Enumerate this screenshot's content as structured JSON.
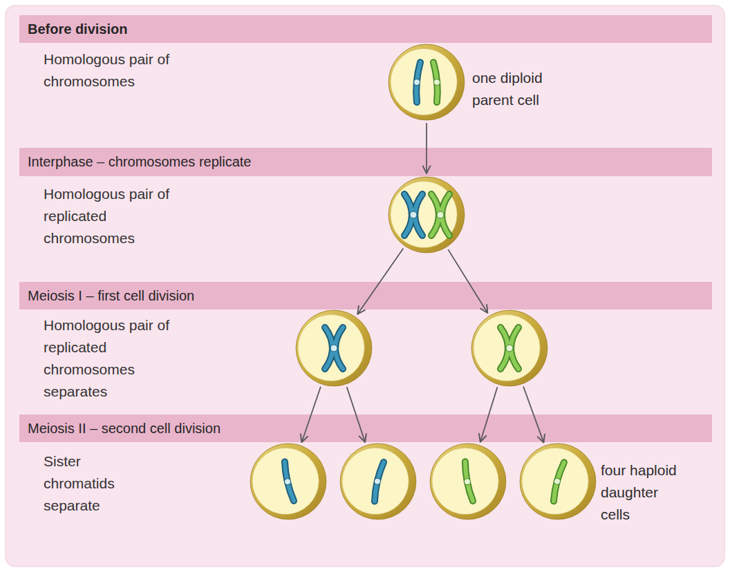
{
  "diagram": {
    "nodes": [
      {
        "text": [
          "Before division"
        ]
      },
      {
        "text": [
          "one diploid parent cell"
        ]
      },
      {
        "text": [
          "Interphase – chromosomes replicate"
        ]
      },
      {
        "text": []
      },
      {
        "text": [
          "Meiosis I – first cell division"
        ]
      },
      {
        "text": []
      },
      {
        "text": []
      },
      {
        "text": [
          "Meiosis II – second cell division"
        ]
      },
      {
        "text": []
      },
      {
        "text": []
      },
      {
        "text": []
      },
      {
        "text": [
          "four haploid daughter cells"
        ]
      }
    ],
    "edges": [
      {
        "from": 1,
        "to": 3,
        "arrow": "to"
      },
      {
        "from": 3,
        "to": 5,
        "arrow": "to"
      },
      {
        "from": 3,
        "to": 6,
        "arrow": "to"
      },
      {
        "from": 5,
        "to": 8,
        "arrow": "to"
      },
      {
        "from": 5,
        "to": 9,
        "arrow": "to"
      },
      {
        "from": 6,
        "to": 10,
        "arrow": "to"
      },
      {
        "from": 6,
        "to": 11,
        "arrow": "to"
      }
    ],
    "labels": [
      "Homologous pair of chromosomes",
      "Homologous pair of replicated chromosomes",
      "Homologous pair of replicated chromosomes separates",
      "Sister chromatids separate"
    ]
  }
}
